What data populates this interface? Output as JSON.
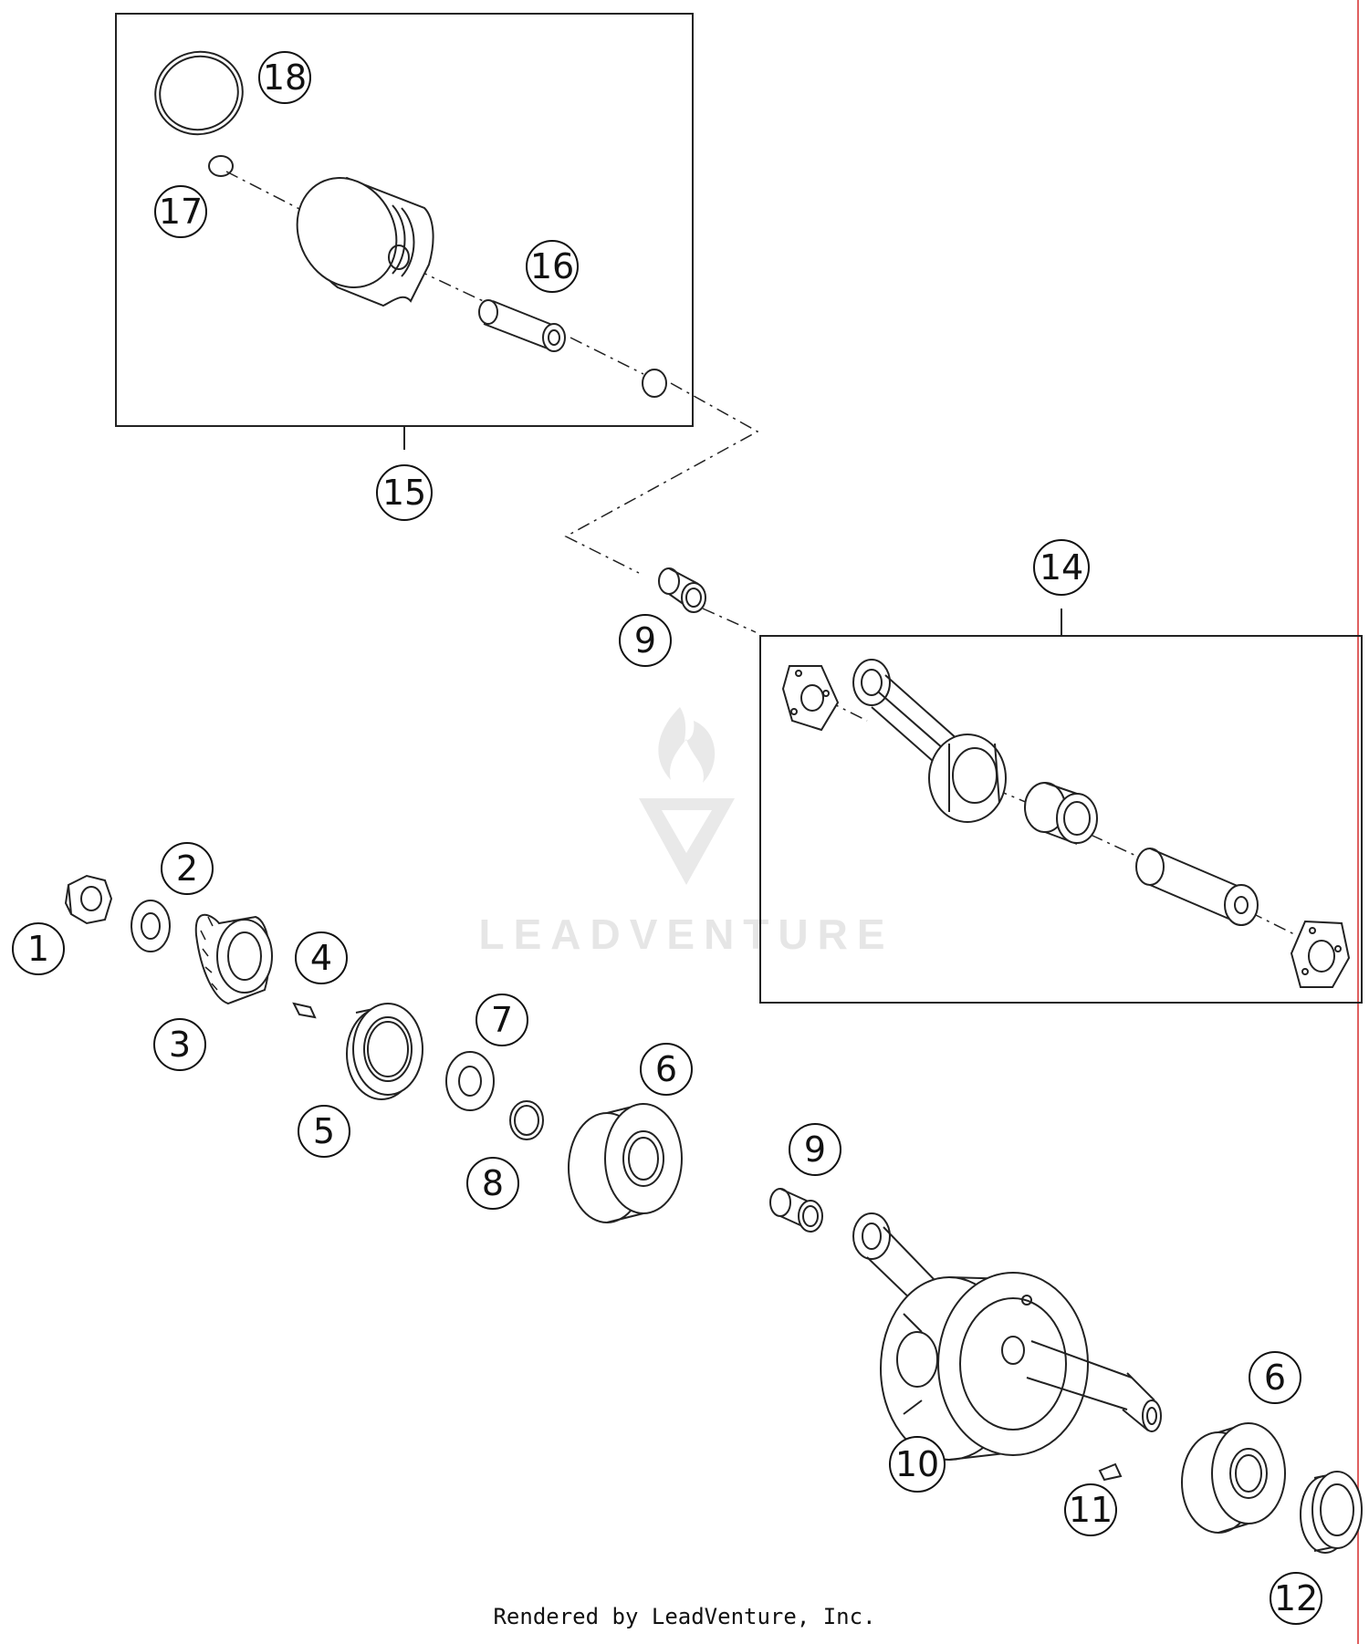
{
  "diagram": {
    "callouts": [
      "1",
      "2",
      "3",
      "4",
      "5",
      "6",
      "7",
      "8",
      "9",
      "10",
      "11",
      "12",
      "14",
      "15",
      "16",
      "17",
      "18"
    ],
    "duplicate_callouts": [
      "6",
      "9"
    ]
  },
  "watermark": {
    "text": "LEADVENTURE",
    "color": "#e8e8e8"
  },
  "footer": {
    "text": "Rendered by LeadVenture, Inc."
  },
  "colors": {
    "line": "#222222",
    "margin_rule": "#e06060"
  },
  "icons": [
    "flame-logo-icon"
  ]
}
